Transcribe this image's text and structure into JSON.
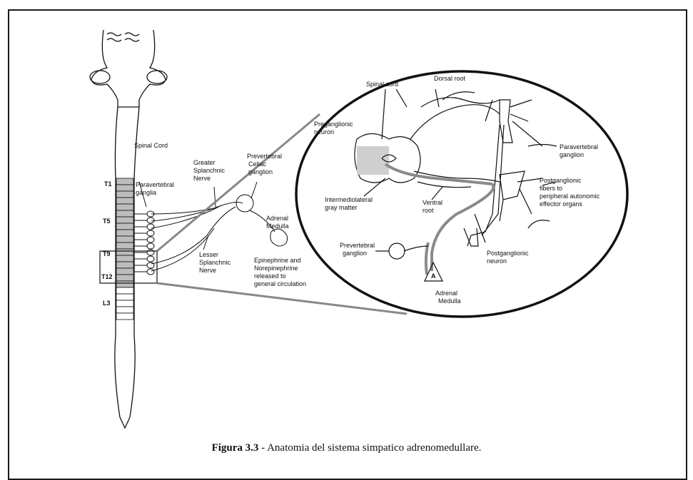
{
  "caption": {
    "label": "Figura 3.3",
    "text": " - Anatomia del sistema simpatico adrenomedullare."
  },
  "spine_labels": {
    "spinal_cord": "Spinal Cord",
    "t1": "T1",
    "t5": "T5",
    "t9": "T9",
    "t12": "T12",
    "l3": "L3"
  },
  "left_labels": {
    "paravertebral_ganglia": [
      "Paravertebral",
      "ganglia"
    ],
    "greater_splanchnic": [
      "Greater",
      "Splanchnic",
      "Nerve"
    ],
    "prevertebral_celiac": [
      "Prevertebral",
      "Celiac",
      "ganglion"
    ],
    "adrenal_medulla": [
      "Adrenal",
      "Medulla"
    ],
    "lesser_splanchnic": [
      "Lesser",
      "Splanchnic",
      "Nerve"
    ],
    "epinephrine": [
      "Epinephrine and",
      "Norepinephrine",
      "released to",
      "general circulation"
    ]
  },
  "circle_labels": {
    "spinal_cord": "Spinal cord",
    "dorsal_root": "Dorsal root",
    "preganglionic_neuron": [
      "Preganglionic",
      "neuron"
    ],
    "paravertebral_ganglion": [
      "Paravertebral",
      "ganglion"
    ],
    "intermediolateral": [
      "Intermediolateral",
      "gray matter"
    ],
    "ventral_root": [
      "Ventral",
      "root"
    ],
    "postganglionic_fibers": [
      "Postganglionic",
      "fibers to",
      "peripheral autonomic",
      "effector organs"
    ],
    "prevertebral_ganglion": [
      "Prevertebral",
      "ganglion"
    ],
    "postganglionic_neuron": [
      "Postganglionic",
      "neuron"
    ],
    "adrenal_medulla": [
      "Adrenal",
      "Medulla"
    ],
    "triangle_letter": "A"
  }
}
